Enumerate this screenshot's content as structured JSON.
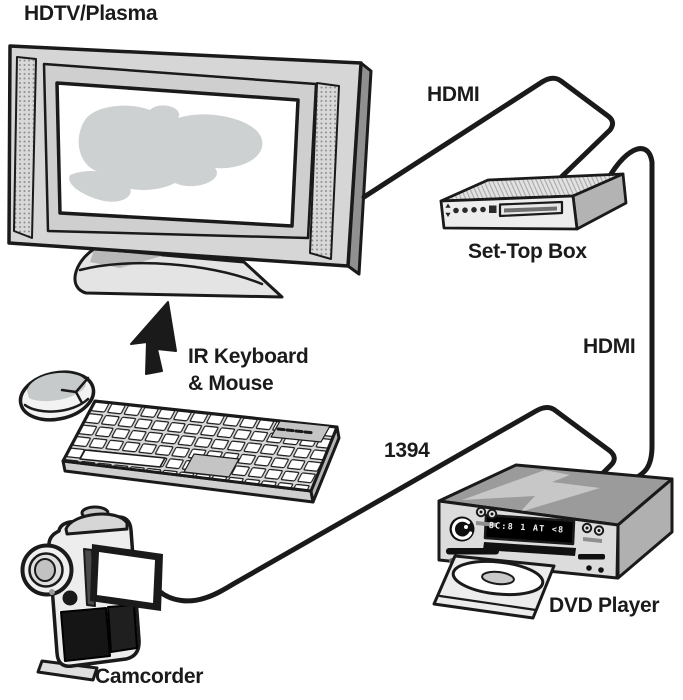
{
  "diagram": {
    "type": "connection-diagram",
    "subject": "Home theater device connections",
    "devices": [
      {
        "id": "hdtv",
        "label": "HDTV/Plasma"
      },
      {
        "id": "set_top_box",
        "label": "Set-Top Box"
      },
      {
        "id": "dvd_player",
        "label": "DVD Player"
      },
      {
        "id": "camcorder",
        "label": "Camcorder"
      },
      {
        "id": "ir_keyboard_mouse",
        "label": "IR Keyboard & Mouse"
      }
    ],
    "connections": [
      {
        "from": "hdtv",
        "to": "set_top_box",
        "cable": "HDMI"
      },
      {
        "from": "set_top_box",
        "to": "dvd_player",
        "cable": "HDMI"
      },
      {
        "from": "camcorder",
        "to": "dvd_player",
        "cable": "1394"
      },
      {
        "from": "ir_keyboard_mouse",
        "to": "hdtv",
        "cable": "IR (arrow)"
      }
    ]
  },
  "labels": {
    "hdtv": "HDTV/Plasma",
    "hdmi_top": "HDMI",
    "set_top_box": "Set-Top Box",
    "hdmi_right": "HDMI",
    "ir_line1": "IR Keyboard",
    "ir_line2": "& Mouse",
    "cable_1394": "1394",
    "dvd_player": "DVD Player",
    "camcorder": "Camcorder"
  },
  "dvd_display": {
    "text": "8C:8  1 AT <8"
  },
  "colors": {
    "line": "#1a1a1a",
    "light_gray": "#ececec",
    "mid_gray": "#c9c9c9",
    "dark_gray": "#9b9b9b",
    "background": "#ffffff"
  }
}
